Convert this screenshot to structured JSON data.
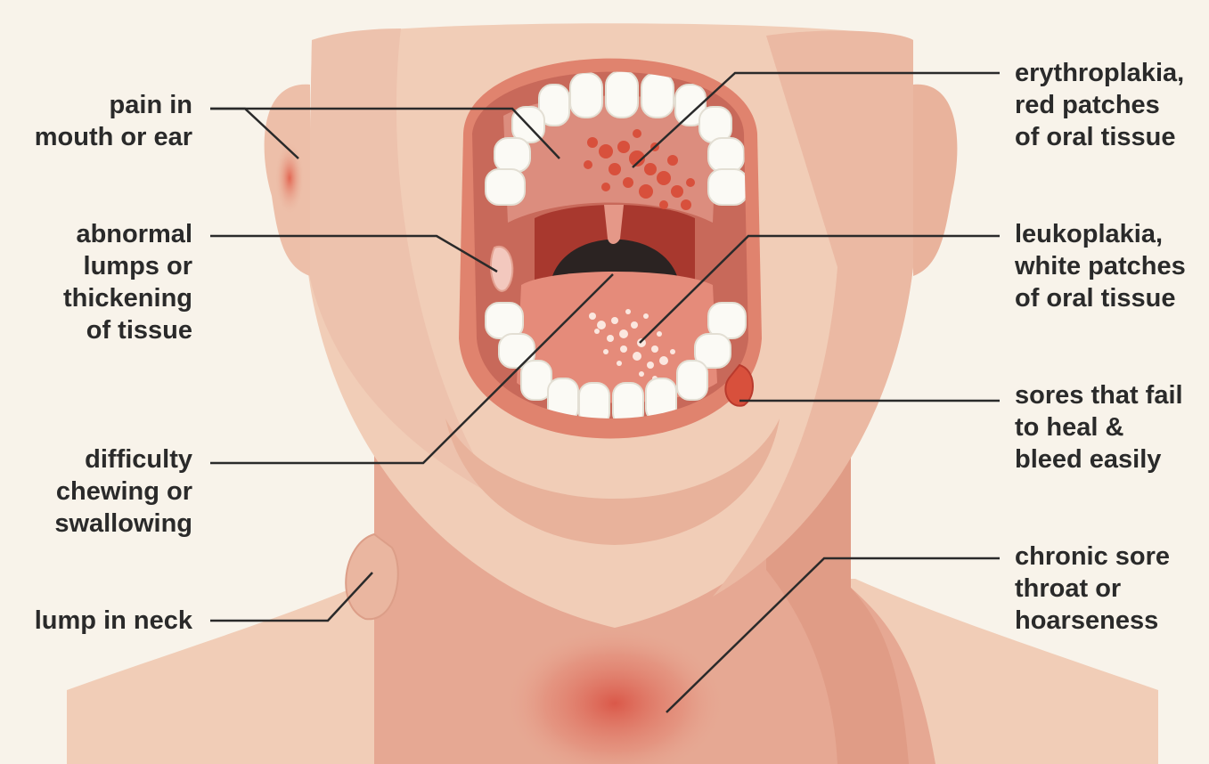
{
  "labels": {
    "pain": "pain in\nmouth or ear",
    "lumps": "abnormal\nlumps or\nthickening\nof tissue",
    "chewing": "difficulty\nchewing or\nswallowing",
    "neck_lump": "lump in neck",
    "erythroplakia": "erythroplakia,\nred patches\nof oral tissue",
    "leukoplakia": "leukoplakia,\nwhite patches\nof oral tissue",
    "sores": "sores that fail\nto heal &\nbleed easily",
    "throat": "chronic sore\nthroat or\nhoarseness"
  },
  "colors": {
    "background": "#f8f3ea",
    "skin_light": "#f1cdb7",
    "skin_mid": "#e9b39c",
    "skin_dark": "#e3a48c",
    "lip": "#e0836e",
    "mouth_inner": "#c8695a",
    "red_patch": "#d8503c",
    "teeth": "#fbfaf5",
    "leader_line": "#2a2a2a",
    "text": "#2a2a2a"
  }
}
